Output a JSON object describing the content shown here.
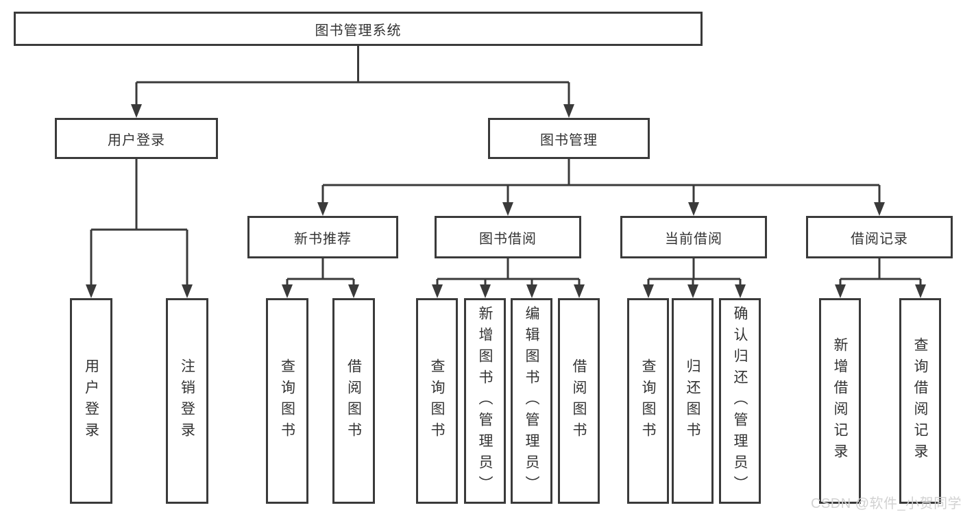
{
  "tree": {
    "label": "图书管理系统",
    "children": [
      {
        "label": "用户登录",
        "children": [
          {
            "label": "用户登录"
          },
          {
            "label": "注销登录"
          }
        ]
      },
      {
        "label": "图书管理",
        "children": [
          {
            "label": "新书推荐",
            "children": [
              {
                "label": "查询图书"
              },
              {
                "label": "借阅图书"
              }
            ]
          },
          {
            "label": "图书借阅",
            "children": [
              {
                "label": "查询图书"
              },
              {
                "label": "新增图书（管理员）"
              },
              {
                "label": "编辑图书（管理员）"
              },
              {
                "label": "借阅图书"
              }
            ]
          },
          {
            "label": "当前借阅",
            "children": [
              {
                "label": "查询图书"
              },
              {
                "label": "归还图书"
              },
              {
                "label": "确认归还（管理员）"
              }
            ]
          },
          {
            "label": "借阅记录",
            "children": [
              {
                "label": "新增借阅记录"
              },
              {
                "label": "查询借阅记录"
              }
            ]
          }
        ]
      }
    ]
  },
  "watermark": {
    "text": "CSDN @软件_小贺同学"
  },
  "colors": {
    "line": "#3a3a3a",
    "text": "#333333",
    "box_fill": "#ffffff",
    "background": "#ffffff",
    "watermark": "#d2d2d2"
  }
}
